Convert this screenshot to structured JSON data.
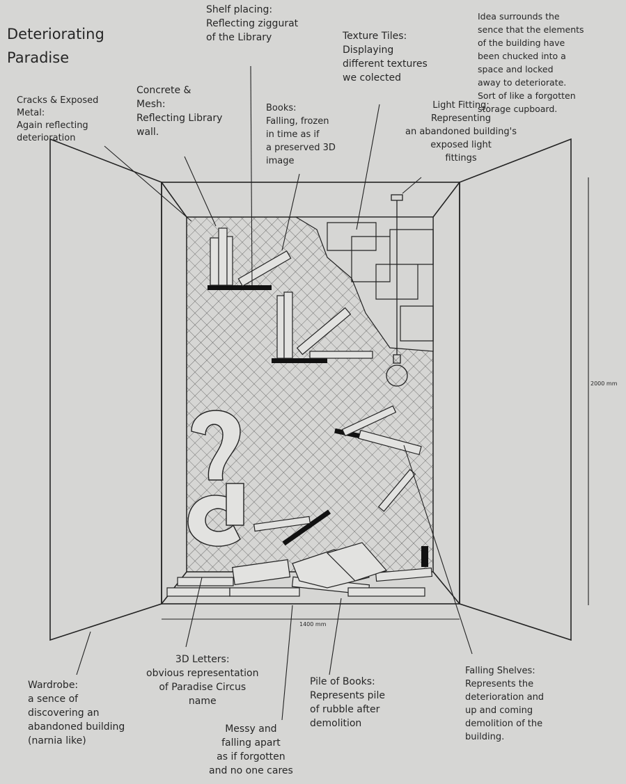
{
  "title": "Deteriorating\nParadise",
  "notes": {
    "shelf_placing": "Shelf placing:\nReflecting ziggurat\nof the Library",
    "texture_tiles": "Texture Tiles:\nDisplaying\ndifferent textures\nwe colected",
    "idea": "Idea surrounds the\nsence that the elements\nof the building have\nbeen chucked into a\nspace and locked\naway to deteriorate.\nSort of like a forgotten\nstorage cupboard.",
    "concrete_mesh": "Concrete &\nMesh:\nReflecting Library\nwall.",
    "cracks_metal": "Cracks & Exposed\nMetal:\nAgain reflecting\ndeterioration",
    "books": "Books:\nFalling, frozen\nin time as if\na preserved 3D\nimage",
    "light_fitting": "Light Fitting:\nRepresenting\nan abandoned building's\nexposed light\nfittings",
    "wardrobe": "Wardrobe:\na sence of\ndiscovering an\nabandoned building\n(narnia like)",
    "letters_3d": "3D Letters:\nobvious representation\nof Paradise Circus\nname",
    "messy": "Messy and\nfalling apart\nas if forgotten\nand no one cares",
    "pile_books": "Pile of Books:\nRepresents pile\nof rubble after\ndemolition",
    "falling_shelves": "Falling Shelves:\nRepresents the\ndeterioration and\nup and coming\ndemolition of the\nbuilding."
  },
  "dimensions": {
    "width": "1400\nmm",
    "height": "2000\nmm"
  },
  "colors": {
    "paper": "#d6d6d4",
    "ink": "#262626"
  }
}
